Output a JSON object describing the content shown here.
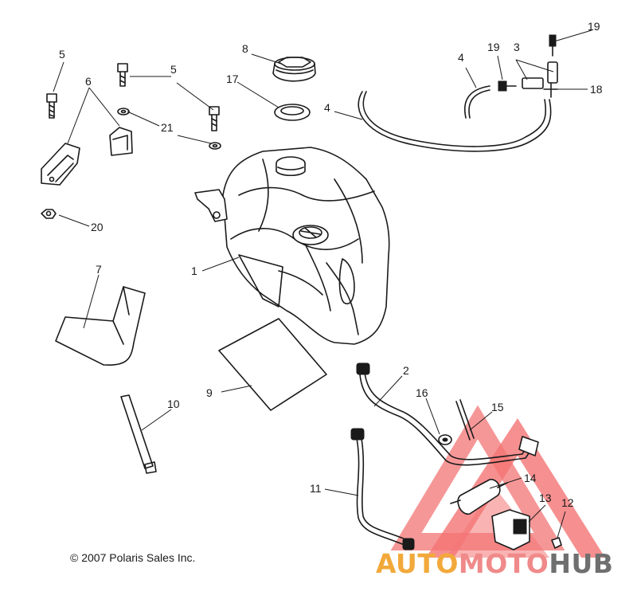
{
  "diagram": {
    "callouts": [
      {
        "id": "c1",
        "label": "1"
      },
      {
        "id": "c2",
        "label": "2"
      },
      {
        "id": "c3",
        "label": "3"
      },
      {
        "id": "c4a",
        "label": "4"
      },
      {
        "id": "c4b",
        "label": "4"
      },
      {
        "id": "c5a",
        "label": "5"
      },
      {
        "id": "c5b",
        "label": "5"
      },
      {
        "id": "c6",
        "label": "6"
      },
      {
        "id": "c7",
        "label": "7"
      },
      {
        "id": "c8",
        "label": "8"
      },
      {
        "id": "c9",
        "label": "9"
      },
      {
        "id": "c10",
        "label": "10"
      },
      {
        "id": "c11",
        "label": "11"
      },
      {
        "id": "c12",
        "label": "12"
      },
      {
        "id": "c13",
        "label": "13"
      },
      {
        "id": "c14",
        "label": "14"
      },
      {
        "id": "c15",
        "label": "15"
      },
      {
        "id": "c16",
        "label": "16"
      },
      {
        "id": "c17",
        "label": "17"
      },
      {
        "id": "c18",
        "label": "18"
      },
      {
        "id": "c19a",
        "label": "19"
      },
      {
        "id": "c19b",
        "label": "19"
      },
      {
        "id": "c20",
        "label": "20"
      },
      {
        "id": "c21",
        "label": "21"
      }
    ],
    "copyright": "© 2007 Polaris Sales Inc."
  },
  "watermark": {
    "part1": "AUTO",
    "part2": "MOTO",
    "part3": "HUB",
    "colors": {
      "auto": "#f2a93b",
      "moto": "#f08a8a",
      "hub": "#6f6f6f",
      "triangle": "#f25c5c"
    }
  }
}
